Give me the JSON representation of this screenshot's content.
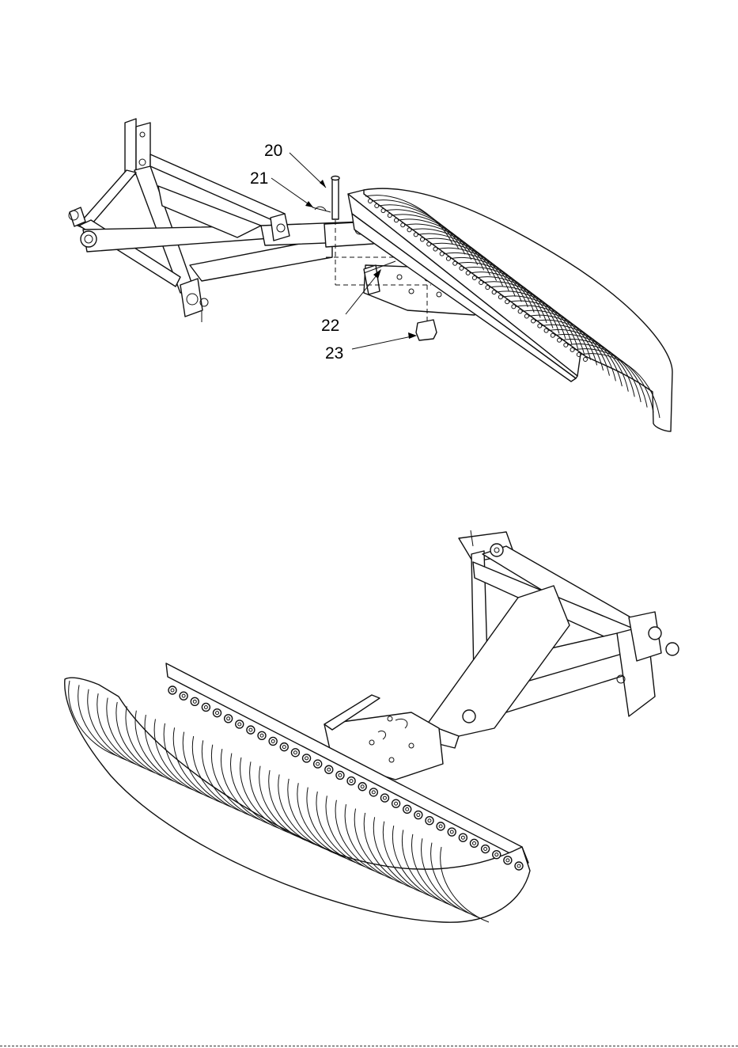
{
  "callouts": [
    {
      "id": "part-20",
      "label": "20"
    },
    {
      "id": "part-21",
      "label": "21"
    },
    {
      "id": "part-22",
      "label": "22"
    },
    {
      "id": "part-23",
      "label": "23"
    }
  ],
  "figures": {
    "top": "exploded-view",
    "bottom": "assembled-view"
  }
}
